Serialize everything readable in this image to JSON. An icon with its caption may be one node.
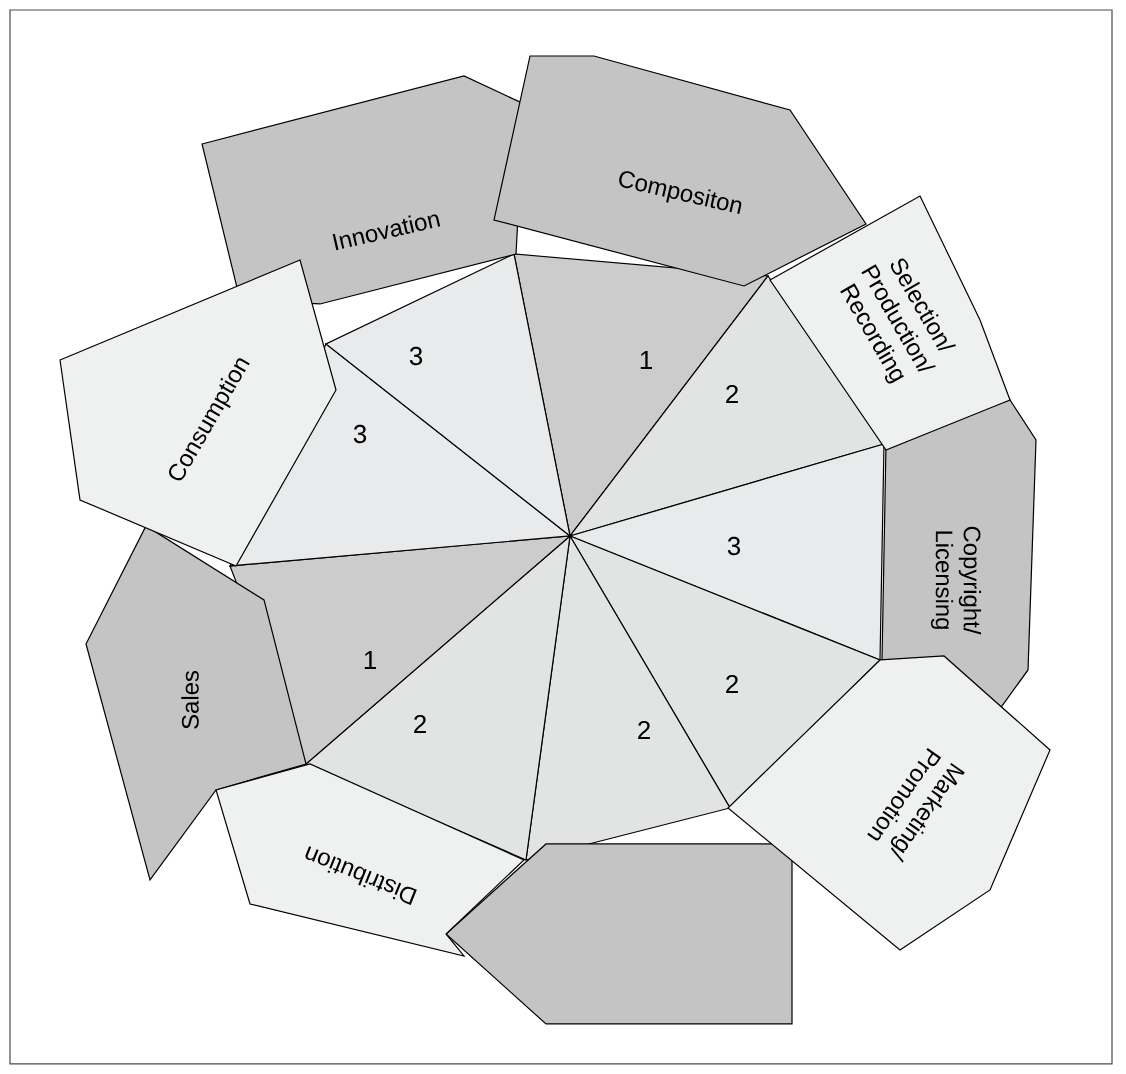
{
  "diagram": {
    "nodes": [
      {
        "text": [
          "Innovation"
        ]
      },
      {
        "text": [
          "Compositon"
        ]
      },
      {
        "text": [
          "Selection/ Production/ Recording"
        ]
      },
      {
        "text": [
          "Copyright/ Licensing"
        ]
      },
      {
        "text": [
          "Marketing/ Promotion"
        ]
      },
      {
        "text": [],
        "shape": "box"
      },
      {
        "text": [
          "Distribution"
        ]
      },
      {
        "text": [
          "Sales"
        ]
      },
      {
        "text": [
          "Consumption"
        ]
      },
      {
        "text": [
          "1"
        ]
      },
      {
        "text": [
          "2"
        ]
      },
      {
        "text": [
          "3"
        ]
      },
      {
        "text": [
          "2"
        ]
      },
      {
        "text": [
          "2"
        ]
      },
      {
        "text": [
          "2"
        ]
      },
      {
        "text": [
          "1"
        ]
      },
      {
        "text": [
          "3"
        ]
      },
      {
        "text": [
          "3"
        ]
      }
    ]
  }
}
